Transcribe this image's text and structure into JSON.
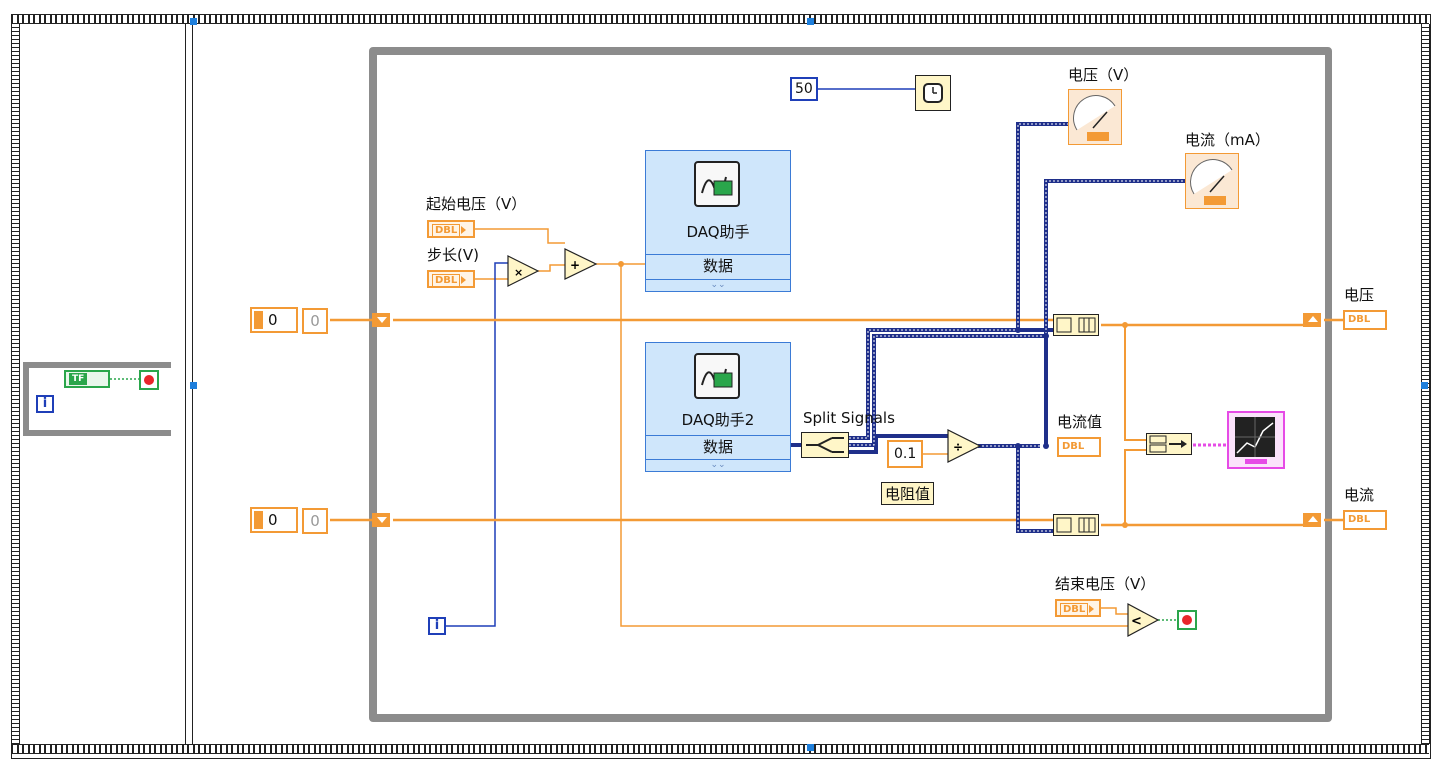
{
  "labels": {
    "start_voltage": "起始电压（V）",
    "step": "步长(V)",
    "daq1_title": "DAQ助手",
    "daq1_terminal": "数据",
    "daq2_title": "DAQ助手2",
    "daq2_terminal": "数据",
    "split_signals": "Split Signals",
    "resistance": "电阻值",
    "voltage_gauge": "电压（V）",
    "current_gauge": "电流（mA）",
    "current_value": "电流值",
    "end_voltage": "结束电压（V）",
    "voltage_out": "电压",
    "current_out": "电流"
  },
  "constants": {
    "wait_ms": "50",
    "resistance_value": "0.1",
    "iter_symbol": "i",
    "init_value_1": "0",
    "init_display_1": "0",
    "init_value_2": "0",
    "init_display_2": "0"
  },
  "terminal_text": {
    "dbl": "DBL",
    "tf": "TF"
  },
  "colors": {
    "numeric_wire": "#f39a35",
    "dynamic_wire": "#1f2f8a",
    "integer_wire": "#1f3fb8",
    "loop_border": "#8c8c8c",
    "express_vi": "#cfe6fb",
    "graph": "#e64be6",
    "boolean": "#2aa64b"
  }
}
